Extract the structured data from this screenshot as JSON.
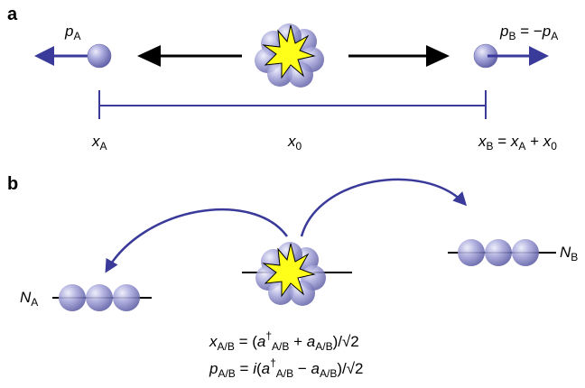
{
  "panel_a": {
    "label": "a",
    "pA": {
      "sym": "p",
      "sub": "A"
    },
    "pB": {
      "sym": "p",
      "sub": "B",
      "eq": " = −",
      "sym2": "p",
      "sub2": "A"
    },
    "xA": {
      "sym": "x",
      "sub": "A"
    },
    "x0": {
      "sym": "x",
      "sub": "0"
    },
    "xB": {
      "sym": "x",
      "sub": "B",
      "eq1": " = ",
      "sym2": "x",
      "sub2": "A",
      "eq2": " + ",
      "sym3": "x",
      "sub3": "0"
    }
  },
  "panel_b": {
    "label": "b",
    "NA": {
      "sym": "N",
      "sub": "A"
    },
    "NB": {
      "sym": "N",
      "sub": "B"
    },
    "eq1": {
      "lhs": "x",
      "lhs_sub": "A/B",
      "open": " = (",
      "a1": "a",
      "dagger": "†",
      "a1_sub": "A/B",
      "plus": " + ",
      "a2": "a",
      "a2_sub": "A/B",
      "close": ")/√2"
    },
    "eq2": {
      "lhs": "p",
      "lhs_sub": "A/B",
      "open": " = ",
      "i": "i",
      "paren": "(",
      "a1": "a",
      "dagger": "†",
      "a1_sub": "A/B",
      "minus": " − ",
      "a2": "a",
      "a2_sub": "A/B",
      "close": ")/√2"
    }
  },
  "colors": {
    "sphere_light": "#d8d8f2",
    "sphere_mid": "#9a9ad6",
    "sphere_dark": "#5a5aa0",
    "arrow_blue": "#3a3a9a",
    "arrow_black": "#000000",
    "flash_yellow": "#ffff1a"
  }
}
